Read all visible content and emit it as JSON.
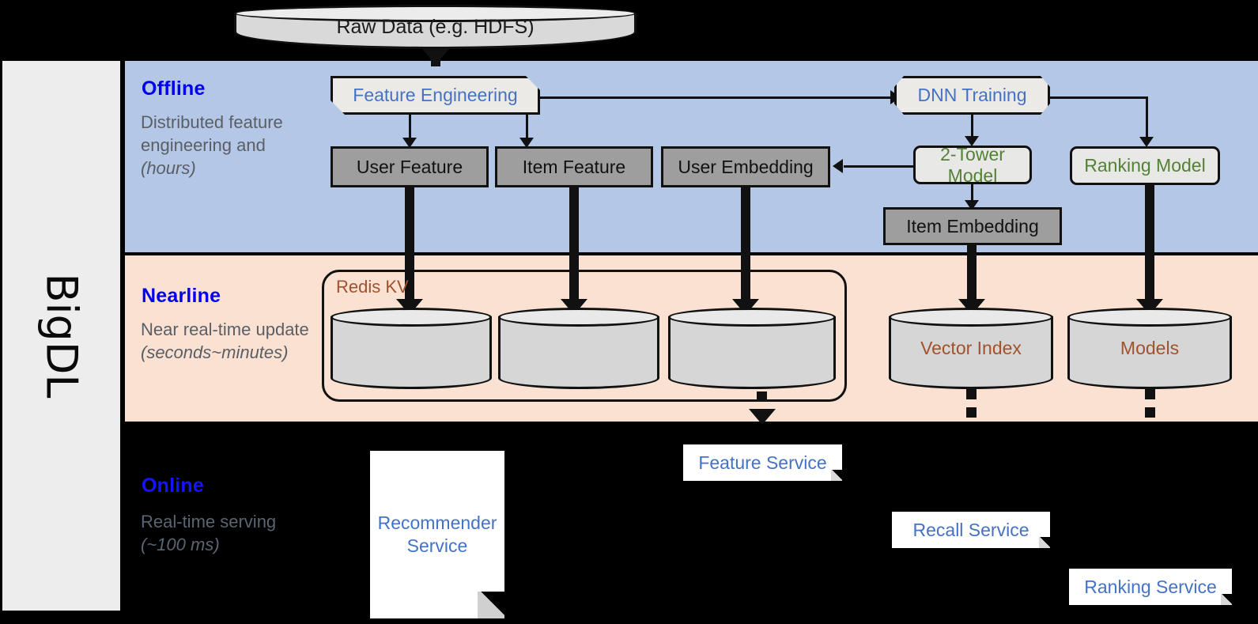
{
  "platform": {
    "name": "BigDL"
  },
  "source": {
    "label": "Raw Data (e.g. HDFS)"
  },
  "sections": [
    {
      "key": "offline",
      "title": "Offline",
      "subtitle_a": "Distributed feature engineering and ",
      "subtitle_i": "(hours)"
    },
    {
      "key": "nearline",
      "title": "Nearline",
      "subtitle_a": "Near real-time update ",
      "subtitle_i": "(seconds~minutes)"
    },
    {
      "key": "online",
      "title": "Online",
      "subtitle_a": "Real-time serving ",
      "subtitle_i": "(~100 ms)"
    }
  ],
  "offline": {
    "feature_engineering": "Feature Engineering",
    "dnn_training": "DNN Training",
    "user_feature": "User Feature",
    "item_feature": "Item Feature",
    "user_embedding": "User Embedding",
    "two_tower_model": "2-Tower Model",
    "ranking_model": "Ranking Model",
    "item_embedding": "Item Embedding"
  },
  "nearline": {
    "redis_kv": "Redis KV",
    "vector_index": "Vector Index",
    "models": "Models",
    "stores": [
      "",
      "",
      ""
    ]
  },
  "online": {
    "recommender_service": "Recommender Service",
    "feature_service": "Feature Service",
    "recall_service": "Recall Service",
    "ranking_service": "Ranking Service"
  },
  "colors": {
    "offline_band": "#b4c7e7",
    "nearline_band": "#fae1d2",
    "online_band": "#000000",
    "rail": "#ededed",
    "title_blue": "#0000ee",
    "subtitle_gray": "#5a5f66",
    "model_green": "#548235",
    "store_brown": "#a0522d",
    "service_blue": "#4472c4",
    "data_box_gray": "#9e9e9e"
  }
}
